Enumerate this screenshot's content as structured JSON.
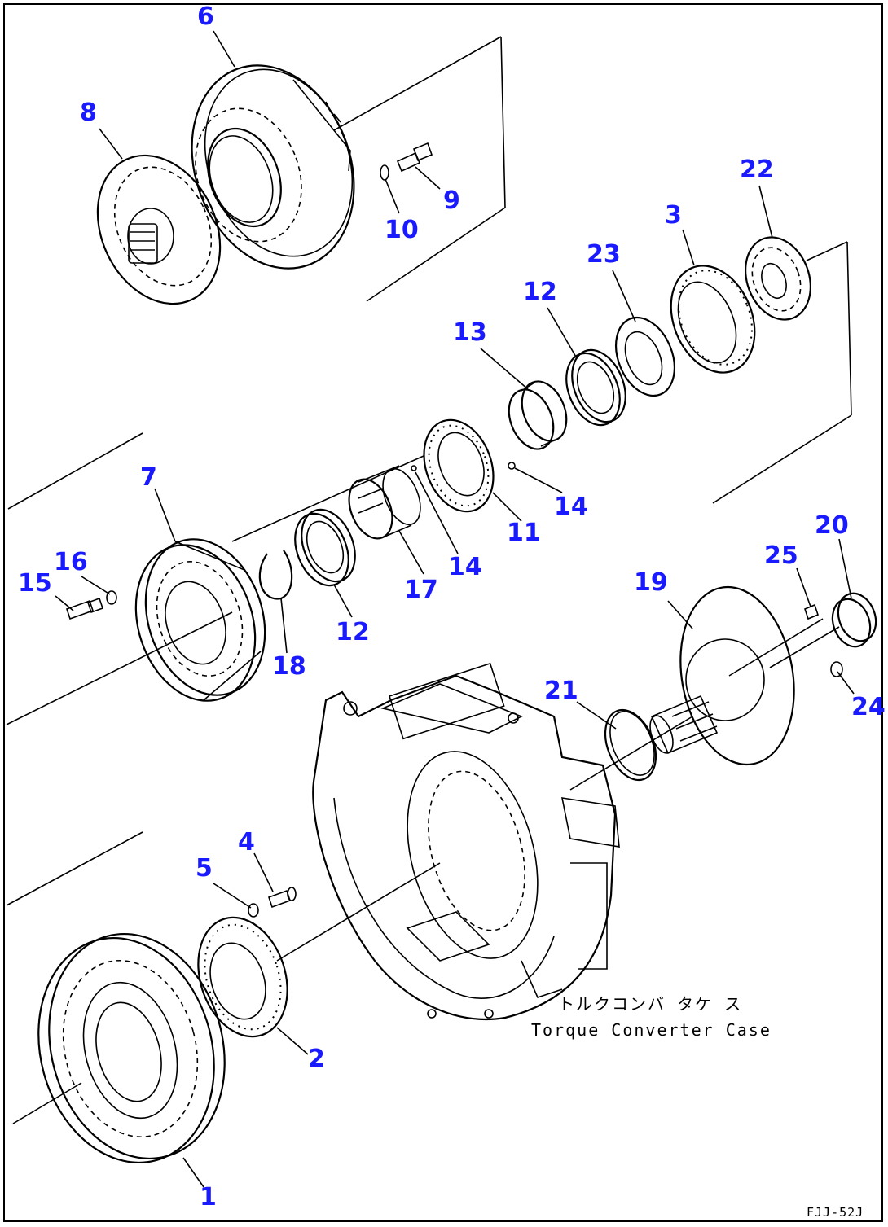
{
  "diagram": {
    "case_label_jp": "トルクコンバ タケ ス",
    "case_label_en": "Torque Converter Case",
    "ref_code": "FJJ-52J"
  },
  "labels": {
    "p1": "1",
    "p2": "2",
    "p3": "3",
    "p4": "4",
    "p5": "5",
    "p6": "6",
    "p7": "7",
    "p8": "8",
    "p9": "9",
    "p10": "10",
    "p11": "11",
    "p12a": "12",
    "p12b": "12",
    "p13": "13",
    "p14a": "14",
    "p14b": "14",
    "p15": "15",
    "p16": "16",
    "p17": "17",
    "p18": "18",
    "p19": "19",
    "p20": "20",
    "p21": "21",
    "p22": "22",
    "p23": "23",
    "p24": "24",
    "p25": "25"
  },
  "colors": {
    "label": "#1a1aff",
    "line": "#000000"
  }
}
